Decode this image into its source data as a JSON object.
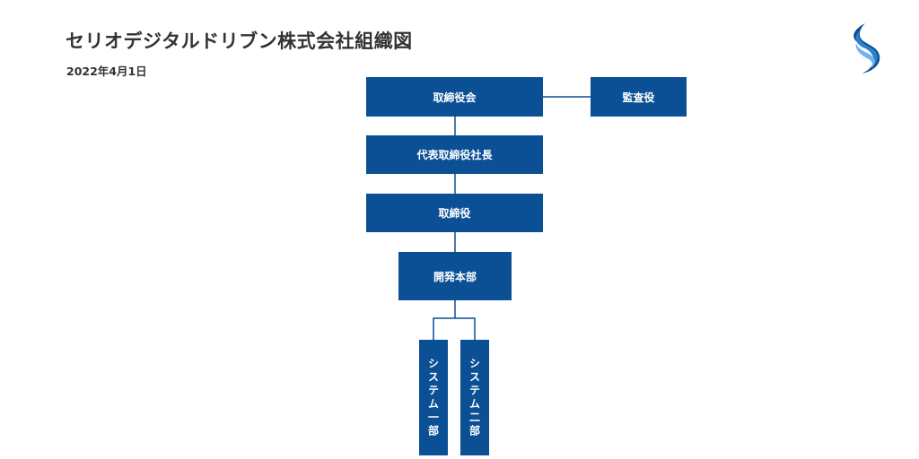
{
  "header": {
    "title": "セリオデジタルドリブン株式会社組織図",
    "date": "2022年4月1日",
    "logo_icon": "swirl-s-logo-icon"
  },
  "org": {
    "board": "取締役会",
    "auditor": "監査役",
    "ceo": "代表取締役社長",
    "director": "取締役",
    "dev_division": "開発本部",
    "system_dept_1": "システム一部",
    "system_dept_2": "システム二部"
  },
  "colors": {
    "box_fill": "#0b4f95",
    "box_text": "#ffffff",
    "connector": "#0b4f95",
    "text": "#333333"
  }
}
